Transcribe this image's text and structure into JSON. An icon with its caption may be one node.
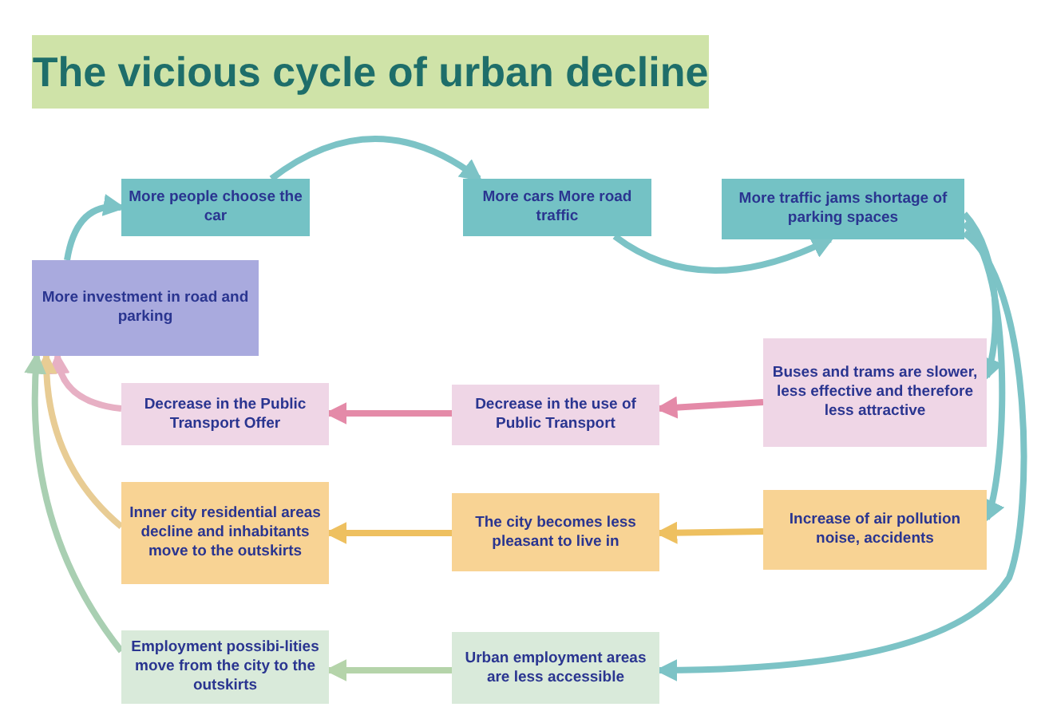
{
  "diagram": {
    "title": "The vicious cycle of urban decline",
    "nodes": [
      {
        "text": [
          "More people choose the car"
        ]
      },
      {
        "text": [
          "More cars More road traffic"
        ]
      },
      {
        "text": [
          "More traffic jams shortage of parking spaces"
        ]
      },
      {
        "text": [
          "More investment in road and parking"
        ]
      },
      {
        "text": [
          "Buses and trams are slower, less effective and therefore less attractive"
        ]
      },
      {
        "text": [
          "Decrease in the use of Public Transport"
        ]
      },
      {
        "text": [
          "Decrease in the Public Transport Offer"
        ]
      },
      {
        "text": [
          "Increase of air pollution noise, accidents"
        ]
      },
      {
        "text": [
          "The city becomes less pleasant to live in"
        ]
      },
      {
        "text": [
          "Inner city residential areas decline and inhabitants move to the outskirts"
        ]
      },
      {
        "text": [
          "Urban employment areas are less accessible"
        ]
      },
      {
        "text": [
          "Employment possibi-lities move from the city to the outskirts"
        ]
      }
    ],
    "edges": [
      {
        "from": 0,
        "to": 1,
        "arrow": "to"
      },
      {
        "from": 1,
        "to": 2,
        "arrow": "to"
      },
      {
        "from": 2,
        "to": 4,
        "arrow": "to"
      },
      {
        "from": 2,
        "to": 7,
        "arrow": "to"
      },
      {
        "from": 2,
        "to": 10,
        "arrow": "to"
      },
      {
        "from": 4,
        "to": 5,
        "arrow": "to",
        "color": "#e48aa8"
      },
      {
        "from": 5,
        "to": 6,
        "arrow": "to",
        "color": "#e48aa8"
      },
      {
        "from": 7,
        "to": 8,
        "arrow": "to",
        "color": "#eec060"
      },
      {
        "from": 8,
        "to": 9,
        "arrow": "to",
        "color": "#eec060"
      },
      {
        "from": 10,
        "to": 11,
        "arrow": "to",
        "color": "#b5d4aa"
      },
      {
        "from": 6,
        "to": 3,
        "arrow": "to",
        "color": "#e7b0c4"
      },
      {
        "from": 9,
        "to": 3,
        "arrow": "to",
        "color": "#e8cc94"
      },
      {
        "from": 11,
        "to": 3,
        "arrow": "to",
        "color": "#a9cfb2"
      },
      {
        "from": 3,
        "to": 0,
        "arrow": "to"
      }
    ]
  }
}
